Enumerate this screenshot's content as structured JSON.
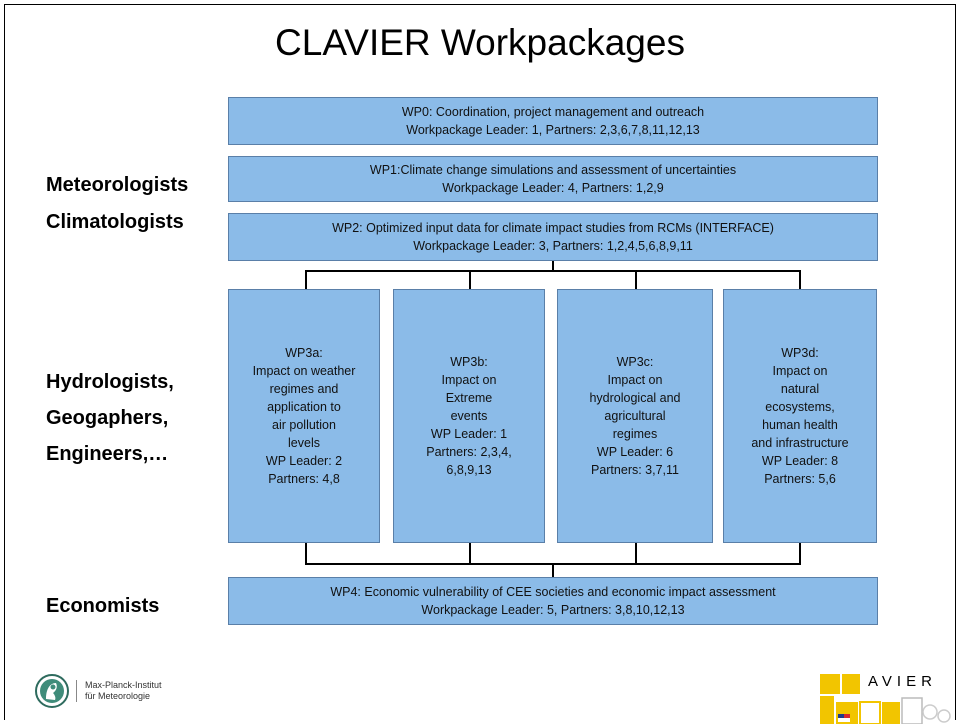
{
  "title": "CLAVIER Workpackages",
  "left_labels": {
    "meteorologists": "Meteorologists",
    "climatologists": "Climatologists",
    "hydrologists": "Hydrologists,",
    "geographers": "Geogaphers,",
    "engineers": "Engineers,…",
    "economists": "Economists"
  },
  "wp0": {
    "line1": "WP0: Coordination, project management and outreach",
    "line2": "Workpackage Leader: 1, Partners: 2,3,6,7,8,11,12,13"
  },
  "wp1": {
    "line1": "WP1:Climate change simulations and assessment of uncertainties",
    "line2": "Workpackage Leader: 4, Partners: 1,2,9"
  },
  "wp2": {
    "line1": "WP2: Optimized input data for climate impact studies from RCMs (INTERFACE)",
    "line2": "Workpackage Leader: 3, Partners: 1,2,4,5,6,8,9,11"
  },
  "wp3": [
    {
      "lines": [
        "WP3a:",
        "Impact on weather",
        "regimes and",
        "application to",
        "air pollution",
        "levels",
        "WP Leader: 2",
        "Partners: 4,8"
      ]
    },
    {
      "lines": [
        "WP3b:",
        "Impact on",
        "Extreme",
        "events",
        "WP Leader: 1",
        "Partners: 2,3,4,",
        "6,8,9,13"
      ]
    },
    {
      "lines": [
        "WP3c:",
        "Impact on",
        "hydrological and",
        "agricultural",
        "regimes",
        "WP Leader: 6",
        "Partners: 3,7,11"
      ]
    },
    {
      "lines": [
        "WP3d:",
        "Impact on",
        "natural",
        "ecosystems,",
        "human health",
        "and infrastructure",
        "WP Leader: 8",
        "Partners: 5,6"
      ]
    }
  ],
  "wp4": {
    "line1": "WP4: Economic vulnerability of CEE societies and economic impact assessment",
    "line2": "Workpackage Leader: 5, Partners: 3,8,10,12,13"
  },
  "footer": {
    "institute_line1": "Max-Planck-Institut",
    "institute_line2": "für Meteorologie",
    "clavier_logo": "AVIER"
  },
  "colors": {
    "box_fill": "#8bbbe8",
    "box_border": "#5a7fa8",
    "logo_yellow": "#f2c500"
  }
}
